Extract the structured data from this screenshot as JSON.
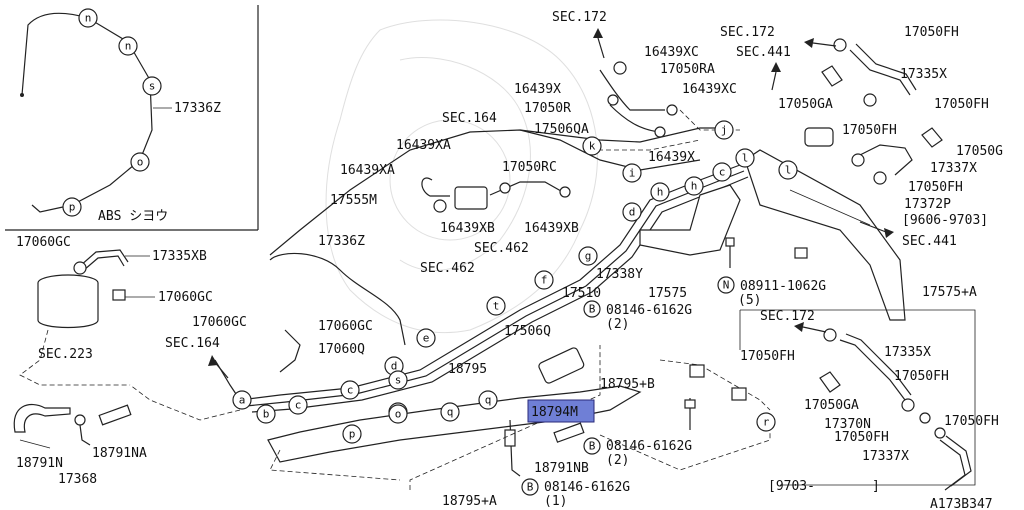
{
  "diagram": {
    "code": "A173B347",
    "inset": {
      "label": "17336Z",
      "caption": "ABS シヨウ",
      "letters": [
        "n",
        "n",
        "s",
        "o",
        "p"
      ]
    },
    "part_labels": {
      "l_17336Z_top": "17336Z",
      "l_17060GC_1": "17060GC",
      "l_17335XB": "17335XB",
      "l_17060GC_2": "17060GC",
      "l_SEC223": "SEC.223",
      "l_17060GC_3": "17060GC",
      "l_17060GC_4": "17060GC",
      "l_17060Q": "17060Q",
      "l_SEC164_a": "SEC.164",
      "l_18791N": "18791N",
      "l_18791NA": "18791NA",
      "l_17368": "17368",
      "l_17336Z_mid": "17336Z",
      "l_SEC462_a": "SEC.462",
      "l_SEC462_b": "SEC.462",
      "l_17555M": "17555M",
      "l_16439XA_a": "16439XA",
      "l_16439XA_b": "16439XA",
      "l_SEC164_b": "SEC.164",
      "l_16439XB_a": "16439XB",
      "l_16439XB_b": "16439XB",
      "l_17050RC": "17050RC",
      "l_17506QA": "17506QA",
      "l_17050R": "17050R",
      "l_16439X_a": "16439X",
      "l_16439X_b": "16439X",
      "l_SEC172_a": "SEC.172",
      "l_16439XC_a": "16439XC",
      "l_17050RA": "17050RA",
      "l_16439XC_b": "16439XC",
      "l_SEC441_a": "SEC.441",
      "l_SEC172_b": "SEC.172",
      "l_17050FH_a": "17050FH",
      "l_17335X_a": "17335X",
      "l_17050GA_a": "17050GA",
      "l_17050FH_b": "17050FH",
      "l_17050FH_c": "17050FH",
      "l_17050G": "17050G",
      "l_17337X_a": "17337X",
      "l_17050FH_d": "17050FH",
      "l_17372P": "17372P",
      "l_9606": "[9606-9703]",
      "l_SEC441_b": "SEC.441",
      "l_17338Y": "17338Y",
      "l_17510": "17510",
      "l_17575": "17575",
      "l_17506Q": "17506Q",
      "l_N08911": "08911-1062G",
      "l_N5": "(5)",
      "l_17575A": "17575+A",
      "l_B08146_a": "08146-6162G",
      "l_B2_a": "(2)",
      "l_SEC172_c": "SEC.172",
      "l_17335X_b": "17335X",
      "l_17050FH_e": "17050FH",
      "l_18795": "18795",
      "l_18795B": "18795+B",
      "l_17050FH_f": "17050FH",
      "l_17050GA_b": "17050GA",
      "l_17370N": "17370N",
      "l_17050FH_g": "17050FH",
      "l_17050FH_h": "17050FH",
      "l_17337X_b": "17337X",
      "l_18794M": "18794M",
      "l_B08146_b": "08146-6162G",
      "l_B2_b": "(2)",
      "l_18791NB": "18791NB",
      "l_B08146_c": "08146-6162G",
      "l_B1": "(1)",
      "l_18795A": "18795+A",
      "l_9703": "[9703-",
      "l_9703_end": "]",
      "mark_B": "B",
      "mark_N": "N"
    },
    "circle_letters": [
      "k",
      "j",
      "i",
      "h",
      "h",
      "l",
      "l",
      "d",
      "g",
      "f",
      "e",
      "t",
      "c",
      "a",
      "b",
      "c",
      "d",
      "s",
      "o",
      "p",
      "o",
      "q",
      "q",
      "r",
      "c"
    ],
    "highlight_color": "#6f7fd6"
  }
}
